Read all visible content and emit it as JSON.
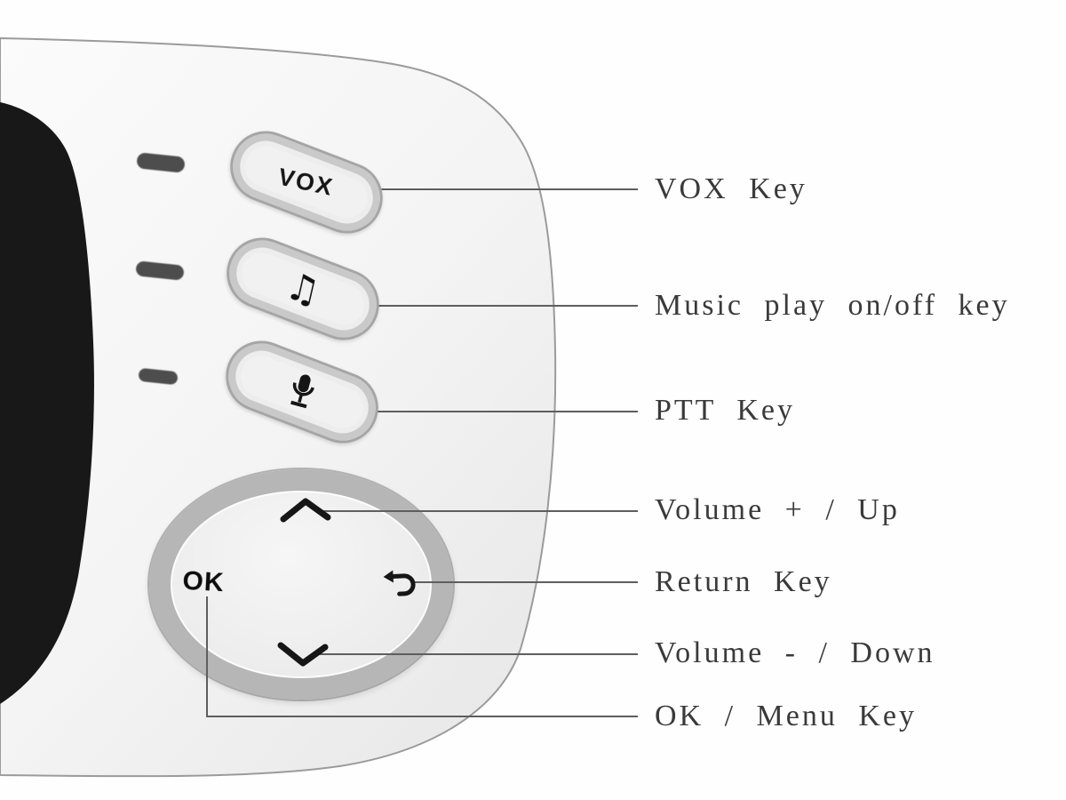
{
  "figure": {
    "kind": "product button annotation diagram",
    "device_view": "baby monitor parent unit, upper-left corner view"
  },
  "device": {
    "vox_button_text": "VOX",
    "ok_button_text": "OK"
  },
  "icons": {
    "music_note_glyph": "♫",
    "microphone": "microphone-icon",
    "chevron_up": "chevron-up-icon",
    "chevron_down": "chevron-down-icon",
    "return_arrow": "return-arrow-icon"
  },
  "annotations": [
    {
      "id": "vox",
      "label": "VOX Key"
    },
    {
      "id": "music",
      "label": "Music play on/off key"
    },
    {
      "id": "ptt",
      "label": "PTT Key"
    },
    {
      "id": "volume_up",
      "label": "Volume + / Up"
    },
    {
      "id": "return",
      "label": "Return Key"
    },
    {
      "id": "volume_down",
      "label": "Volume - / Down"
    },
    {
      "id": "ok_menu",
      "label": "OK / Menu Key"
    }
  ],
  "colors": {
    "device_body": "#f4f4f4",
    "screen": "#181818",
    "button_ring": "#b6b6b6",
    "led": "#4d4d4d",
    "leader_line": "#5e5e5e",
    "label_text": "#3a3a3a"
  }
}
